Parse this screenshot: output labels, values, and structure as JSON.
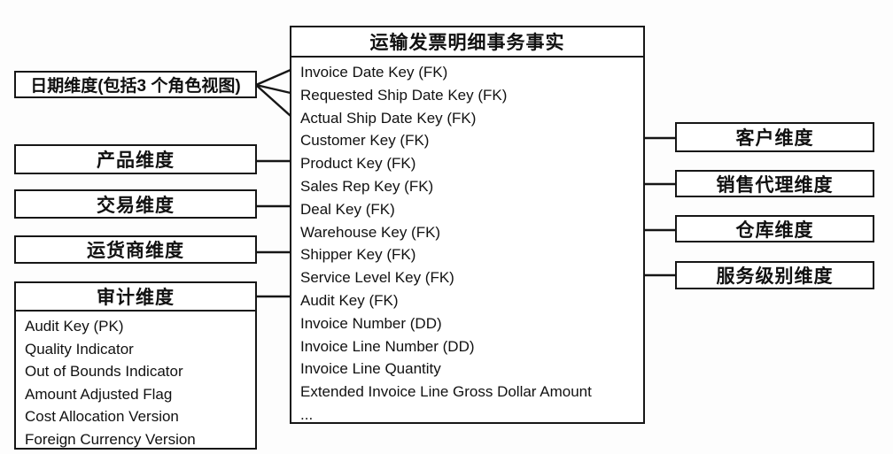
{
  "fact_table": {
    "title": "运输发票明细事务事实",
    "fields": [
      "Invoice Date Key (FK)",
      "Requested Ship Date Key (FK)",
      "Actual Ship Date Key (FK)",
      "Customer Key (FK)",
      "Product Key (FK)",
      "Sales Rep Key (FK)",
      "Deal Key (FK)",
      "Warehouse Key (FK)",
      "Shipper Key (FK)",
      "Service Level Key (FK)",
      "Audit Key (FK)",
      "Invoice Number (DD)",
      "Invoice Line Number (DD)",
      "Invoice Line Quantity",
      "Extended Invoice Line Gross Dollar Amount",
      "..."
    ]
  },
  "left_dimensions": [
    {
      "label": "日期维度(包括3 个角色视图)"
    },
    {
      "label": "产品维度"
    },
    {
      "label": "交易维度"
    },
    {
      "label": "运货商维度"
    },
    {
      "label": "审计维度",
      "fields": [
        "Audit Key (PK)",
        "Quality Indicator",
        "Out of Bounds Indicator",
        "Amount Adjusted Flag",
        "Cost Allocation Version",
        "Foreign Currency Version"
      ]
    }
  ],
  "right_dimensions": [
    {
      "label": "客户维度"
    },
    {
      "label": "销售代理维度"
    },
    {
      "label": "仓库维度"
    },
    {
      "label": "服务级别维度"
    }
  ],
  "colors": {
    "line": "#161616",
    "background": "#ffffff",
    "text": "#111111"
  }
}
